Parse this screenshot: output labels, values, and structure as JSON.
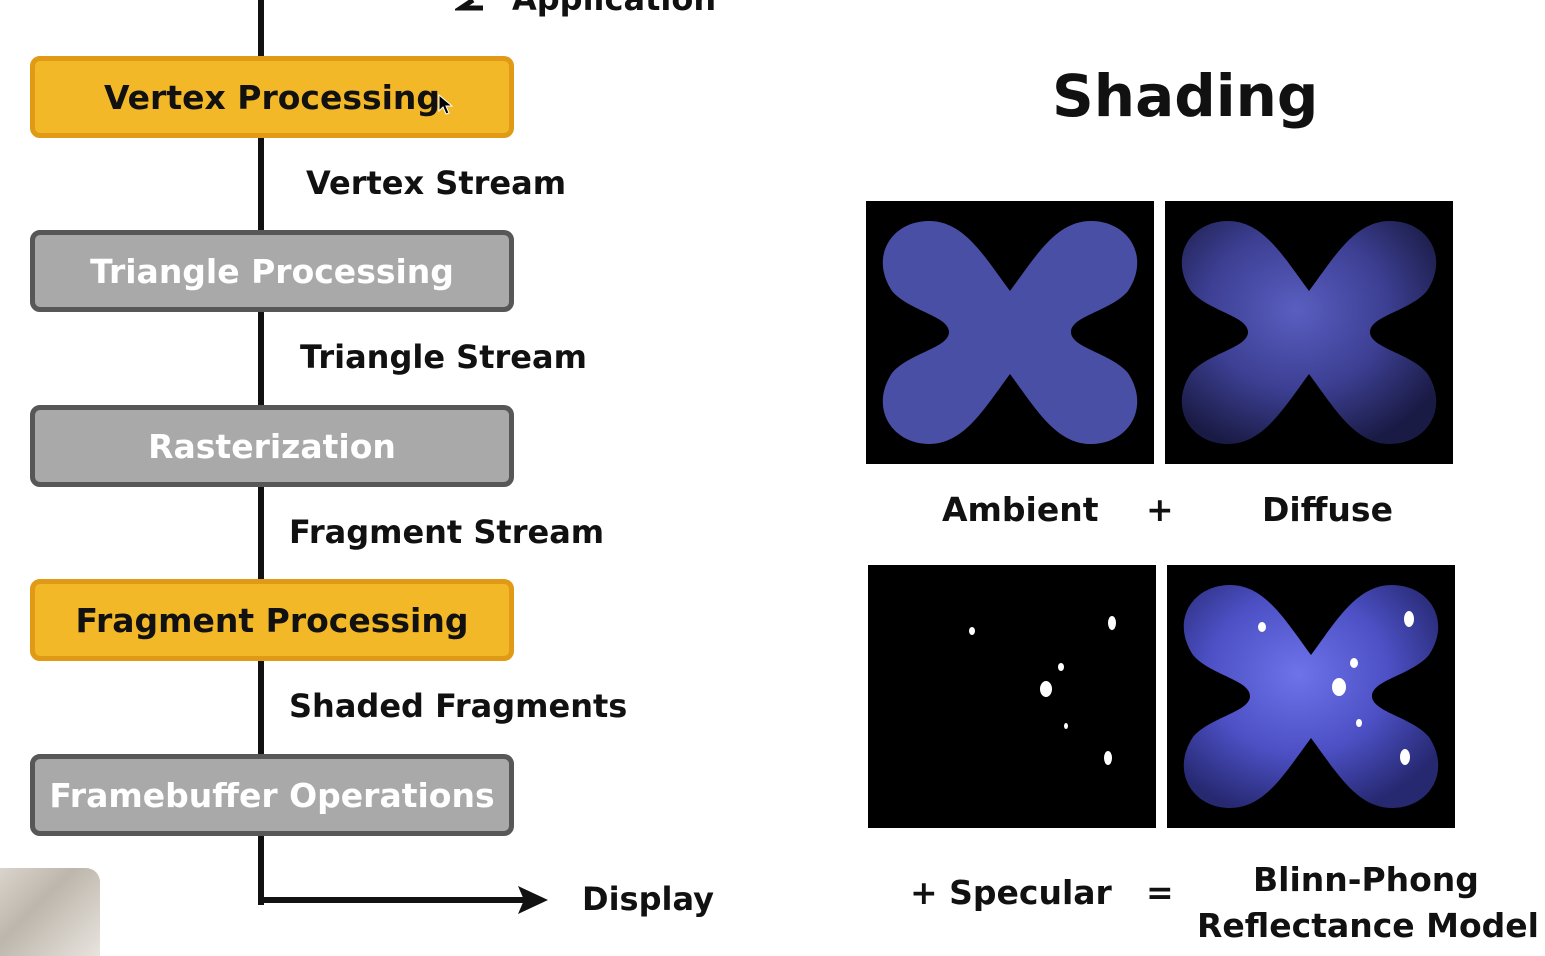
{
  "pipeline": {
    "top_label": "Application",
    "stages": [
      {
        "label": "Vertex Processing",
        "state": "active"
      },
      {
        "label": "Triangle Processing",
        "state": "inactive"
      },
      {
        "label": "Rasterization",
        "state": "inactive"
      },
      {
        "label": "Fragment Processing",
        "state": "active"
      },
      {
        "label": "Framebuffer Operations",
        "state": "inactive"
      }
    ],
    "streams": [
      "Vertex Stream",
      "Triangle Stream",
      "Fragment Stream",
      "Shaded Fragments"
    ],
    "output_label": "Display"
  },
  "shading": {
    "title": "Shading",
    "ambient_label": "Ambient",
    "plus_1": "+",
    "diffuse_label": "Diffuse",
    "specular_label": "+ Specular",
    "equals": "=",
    "result_line1": "Blinn-Phong",
    "result_line2": "Reflectance Model"
  },
  "colors": {
    "active_fill": "#f2b827",
    "inactive_fill": "#a9a9a9",
    "object_blue": "#4a4fa6"
  }
}
